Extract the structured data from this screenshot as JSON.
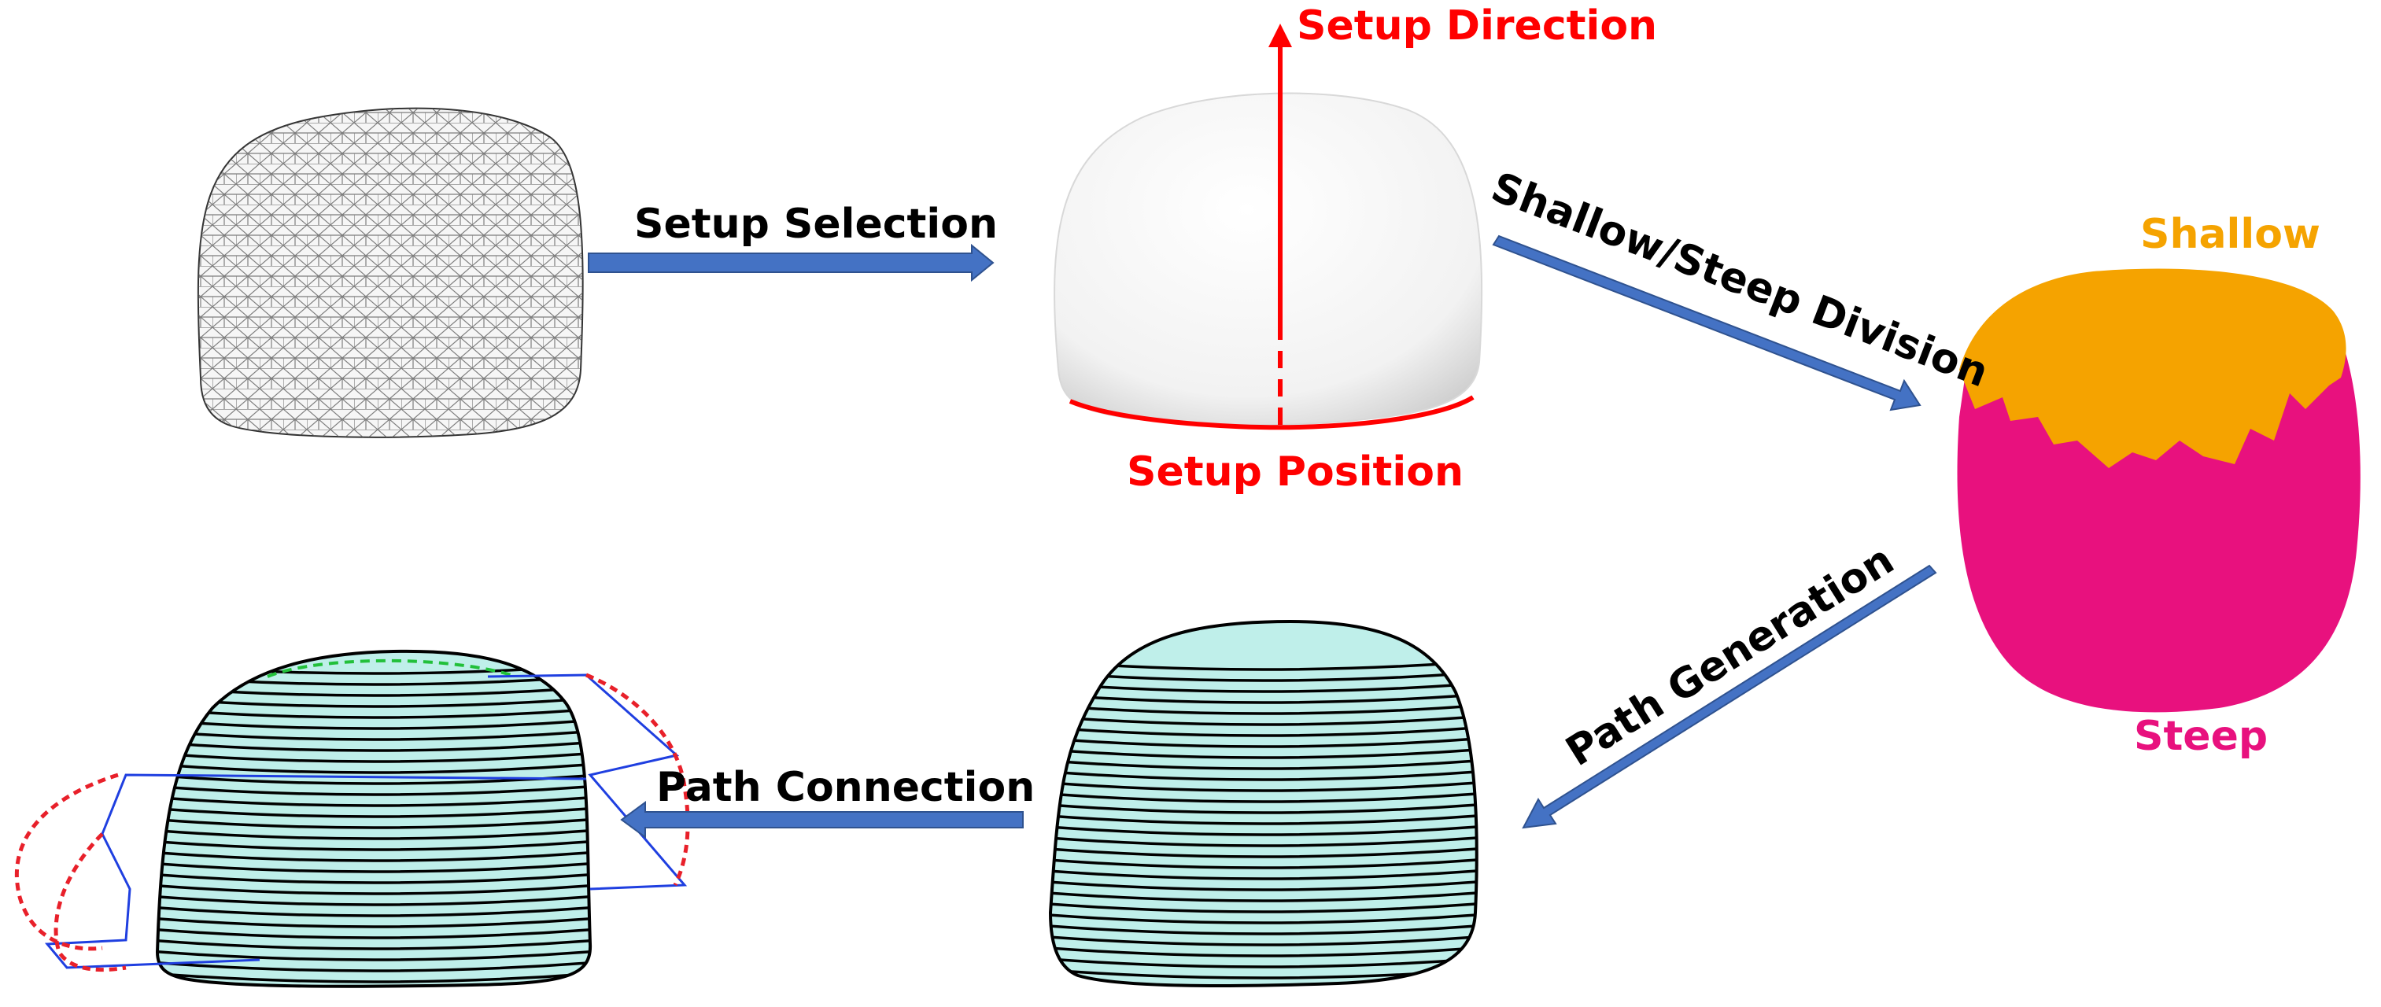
{
  "labels": {
    "setup_direction": "Setup Direction",
    "setup_position": "Setup Position",
    "setup_selection": "Setup Selection",
    "shallow_steep_division": "Shallow/Steep Division",
    "shallow": "Shallow",
    "steep": "Steep",
    "path_generation": "Path Generation",
    "path_connection": "Path Connection"
  },
  "colors": {
    "arrow": "#4472C4",
    "arrow_edge": "#2F528F",
    "setup_red": "#FF0000",
    "label_black": "#000000",
    "shallow": "#F5A300",
    "steep": "#E8117E",
    "path_surface": "#BFEFEA",
    "path_line": "#000000",
    "connection_blue": "#1F3FE0",
    "connection_red": "#E8202A",
    "connection_green": "#22C03A"
  }
}
